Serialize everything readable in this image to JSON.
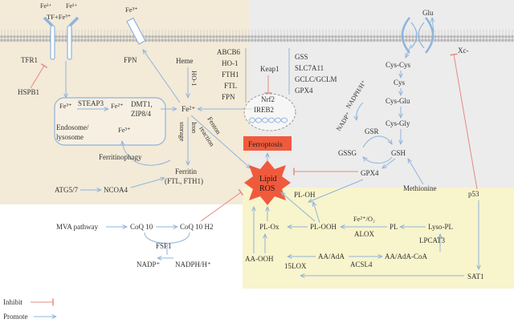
{
  "colors": {
    "iron_region": "#f3ead8",
    "gsh_region": "#ececec",
    "lipid_region": "#f8f4cc",
    "membrane": "#b8b8b8",
    "promote": "#8fb4dc",
    "inhibit": "#e58a80",
    "ros_star": "#f05a3c",
    "ferroptosis_box": "#f05a3c",
    "text": "#333333"
  },
  "labels": {
    "fe3_left": "Fe³⁺",
    "fe3_right": "Fe³⁺",
    "tf_complex": "TF+Fe³⁺",
    "tfr1": "TFR1",
    "hspb1": "HSPB1",
    "fe3_fpn": "Fe³⁺",
    "fpn_gate": "FPN",
    "heme": "Heme",
    "ho1_vertical": "HO-1",
    "fe3_endo": "Fe³⁺",
    "steap3": "STEAP3",
    "fe2_endo": "Fe²⁺",
    "dmt1": "DMT1,",
    "zip": "ZIP8/4",
    "endosome1": "Endosome/",
    "endosome2": "lysosome",
    "fe3_ferritinophagy": "Fe³⁺",
    "fe2_center": "Fe²⁺",
    "iron_storage1": "Iron",
    "iron_storage2": "storage",
    "fenton1": "Fenton",
    "fenton2": "reaction",
    "ferritinophagy": "Ferritinophagy",
    "ferritin1": "Ferritin",
    "ferritin2": "(FTL, FTH1)",
    "atg": "ATG5/7",
    "ncoa4": "NCOA4",
    "nrf2_targets": [
      "ABCB6",
      "HO-1",
      "FTH1",
      "FTL",
      "FPN"
    ],
    "keap1": "Keap1",
    "nrf2": "Nrf2",
    "ireb2": "IREB2",
    "gsh_genes": [
      "GSS",
      "SLC7A11",
      "GCLC/GCLM",
      "GPX4"
    ],
    "ferroptosis": "Ferroptosis",
    "lipid_ros1": "Lipid",
    "lipid_ros2": "ROS",
    "glu": "Glu",
    "xc": "Xc-",
    "cys_cys": "Cys-Cys",
    "cys": "Cys",
    "cys_glu": "Cys-Glu",
    "cys_gly": "Cys-Gly",
    "nadph_top": "NADPH/H⁺",
    "nadp_top": "NADP⁺",
    "gsr": "GSR",
    "gssg": "GSSG",
    "gsh": "GSH",
    "gpx4": "GPX4",
    "methionine": "Methionine",
    "p53": "p53",
    "sat1": "SAT1",
    "mva": "MVA pathway",
    "coq10": "CoQ 10",
    "coq10h2": "CoQ 10 H2",
    "fsp1": "FSP1",
    "nadp_bottom": "NADP⁺",
    "nadph_bottom": "NADPH/H⁺",
    "pl_oh": "PL-OH",
    "pl_ox": "PL-Ox",
    "pl_ooh": "PL-OOH",
    "fe_o2": "Fe²⁺/O₂",
    "alox": "ALOX",
    "pl": "PL",
    "lyso_pl": "Lyso-PL",
    "lpcat3": "LPCAT3",
    "aa_ooh": "AA-OOH",
    "aa_ada": "AA/AdA",
    "aa_ada_coa": "AA/AdA-CoA",
    "acsl4": "ACSL4",
    "lox15": "15LOX"
  },
  "legend": {
    "inhibit": "Inhibit",
    "promote": "Promote"
  }
}
